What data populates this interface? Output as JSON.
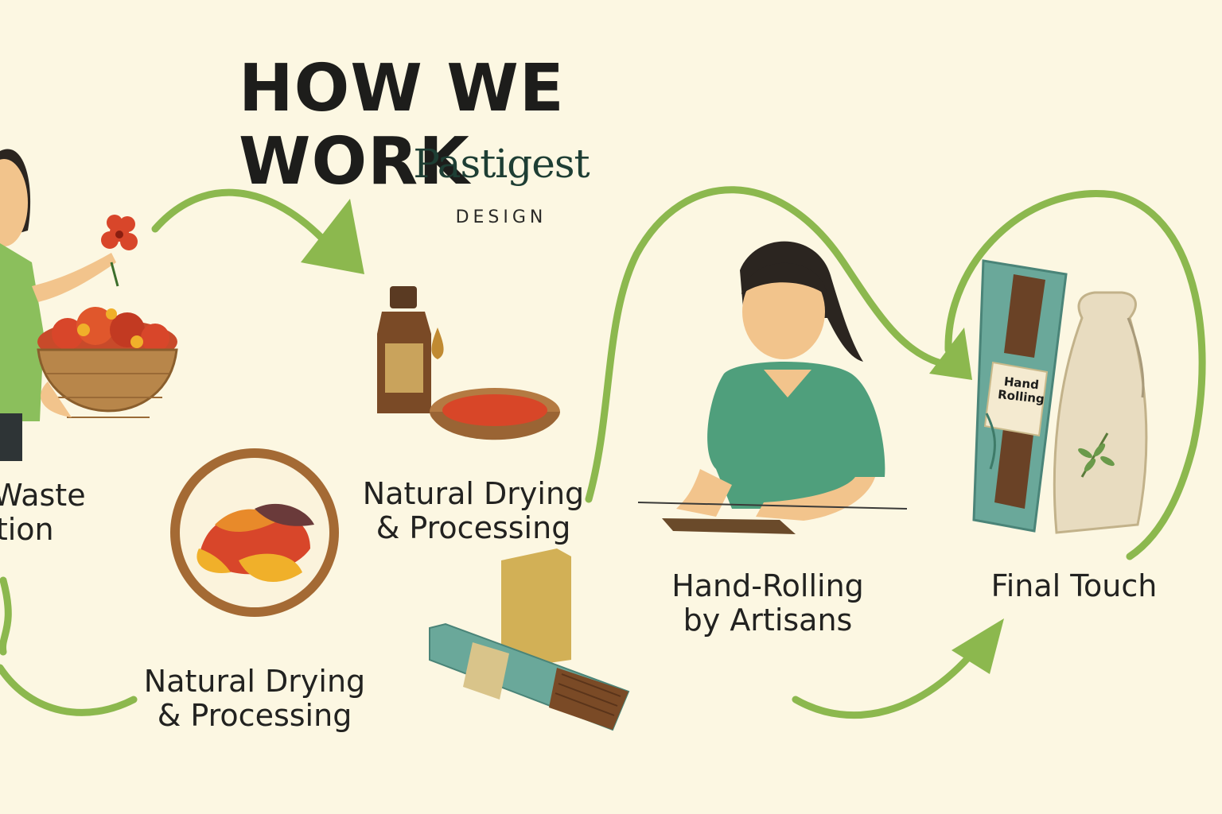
{
  "header": {
    "title": "HOW WE WORK",
    "brand_name": "Pastigest",
    "brand_subtitle": "DESIGN"
  },
  "steps": [
    {
      "lines": [
        "er Waste",
        "lection"
      ],
      "icon": "flower-basket-icon"
    },
    {
      "lines": [
        "Natural Drying",
        "& Processing"
      ],
      "icon": "oil-bottle-and-powder-bowl-icon"
    },
    {
      "lines": [
        "Natural Drying",
        "& Processing"
      ],
      "icon": "dried-petals-bowl-icon"
    },
    {
      "lines": [
        "Hand-Rolling",
        "by Artisans"
      ],
      "icon": "artisan-rolling-icon"
    },
    {
      "lines": [
        "Final Touch"
      ],
      "icon": "incense-package-icon"
    }
  ],
  "package": {
    "label_lines": [
      "Hand",
      "Rolling"
    ]
  },
  "colors": {
    "background": "#fcf7e2",
    "arrow": "#8cb84e",
    "shirt_green": "#8bbf5c",
    "shirt_teal": "#4f9f7c",
    "petal_red": "#d8462a",
    "basket": "#b8864a",
    "package_teal": "#6aa89a",
    "text": "#1d1d1b",
    "brand": "#1e3e34"
  }
}
